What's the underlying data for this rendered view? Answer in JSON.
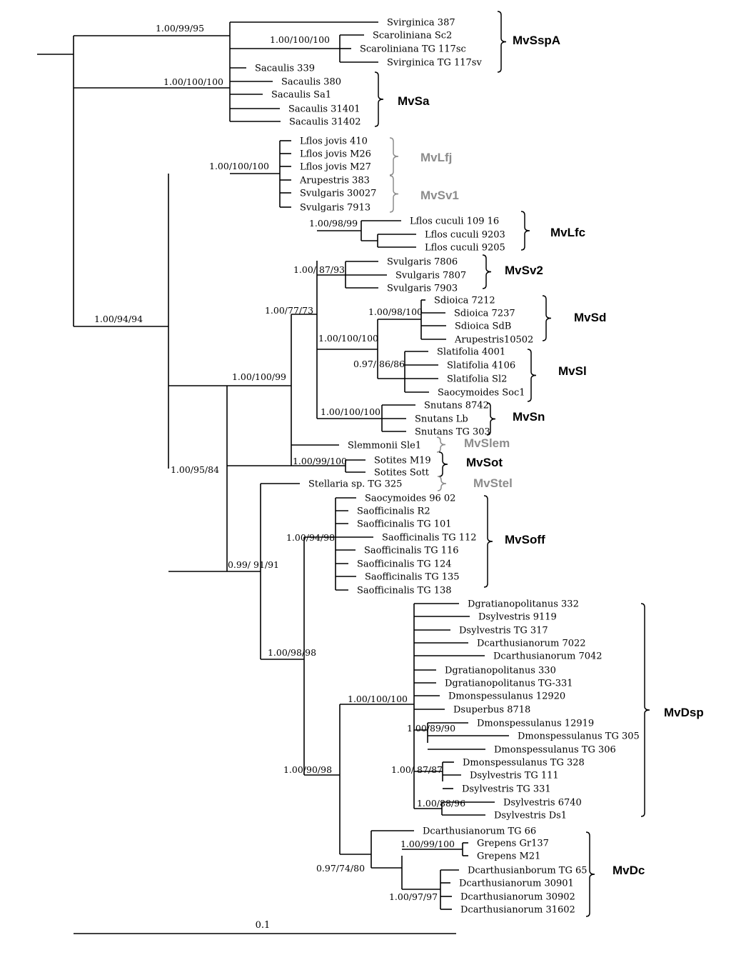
{
  "colors": {
    "branch": "#000000",
    "clade_black": "#000000",
    "clade_gray": "#8c8c8c"
  },
  "scale_bar": {
    "label": "0.1"
  },
  "leaves": [
    "Svirginica 387",
    "Scaroliniana Sc2",
    "Scaroliniana TG 117sc",
    "Svirginica TG 117sv",
    "Sacaulis 339",
    "Sacaulis 380",
    "Sacaulis Sa1",
    "Sacaulis 31401",
    "Sacaulis 31402",
    "Lflos jovis 410",
    "Lflos jovis M26",
    "Lflos jovis M27",
    "Arupestris 383",
    "Svulgaris 30027",
    "Svulgaris 7913",
    "Lflos cuculi 109 16",
    "Lflos cuculi 9203",
    "Lflos cuculi 9205",
    "Svulgaris 7806",
    "Svulgaris 7807",
    "Svulgaris 7903",
    "Sdioica 7212",
    "Sdioica 7237",
    "Sdioica SdB",
    "Arupestris10502",
    "Slatifolia 4001",
    "Slatifolia 4106",
    "Slatifolia Sl2",
    "Saocymoides Soc1",
    "Snutans 8742",
    "Snutans Lb",
    "Snutans TG 303",
    "Slemmonii Sle1",
    "Sotites M19",
    "Sotites Sott",
    "Stellaria sp. TG 325",
    "Saocymoides 96 02",
    "Saofficinalis R2",
    "Saofficinalis TG 101",
    "Saofficinalis TG 112",
    "Saofficinalis TG 116",
    "Saofficinalis TG 124",
    "Saofficinalis TG 135",
    "Saofficinalis TG 138",
    "Dgratianopolitanus 332",
    "Dsylvestris 9119",
    "Dsylvestris TG 317",
    "Dcarthusianorum 7022",
    "Dcarthusianorum 7042",
    "Dgratianopolitanus 330",
    "Dgratianopolitanus TG-331",
    "Dmonspessulanus 12920",
    "Dsuperbus 8718",
    "Dmonspessulanus 12919",
    "Dmonspessulanus TG 305",
    "Dmonspessulanus TG 306",
    "Dmonspessulanus TG 328",
    "Dsylvestris TG 111",
    "Dsylvestris TG 331",
    "Dsylvestris 6740",
    "Dsylvestris Ds1",
    "Dcarthusianorum TG 66",
    "Grepens Gr137",
    "Grepens M21",
    "Dcarthusianborum TG 65",
    "Dcarthusianorum 30901",
    "Dcarthusianorum 30902",
    "Dcarthusianorum 31602"
  ],
  "supports": [
    "1.00/99/95",
    "1.00/100/100",
    "1.00/100/100",
    "1.00/100/100",
    "1.00/98/99",
    "1.00/ 87/93",
    "1.00/77/73",
    "1.00/98/100",
    "1.00/100/100",
    "0.97/ 86/86",
    "1.00/100/100",
    "1.00/100/99",
    "1.00/99/100",
    "1.00/94/94",
    "1.00/95/84",
    "1.00/94/98",
    "0.99/ 91/91",
    "1.00/98/98",
    "1.00/100/100",
    "1.00/89/90",
    "1.00/ 87/87",
    "1.00/88/96",
    "1.00/90/98",
    "1.00/99/100",
    "1.00/97/97",
    "0.97/74/80"
  ],
  "clades": [
    {
      "name": "MvSspA",
      "color": "black"
    },
    {
      "name": "MvSa",
      "color": "black"
    },
    {
      "name": "MvLfj",
      "color": "gray"
    },
    {
      "name": "MvSv1",
      "color": "gray"
    },
    {
      "name": "MvLfc",
      "color": "black"
    },
    {
      "name": "MvSv2",
      "color": "black"
    },
    {
      "name": "MvSd",
      "color": "black"
    },
    {
      "name": "MvSl",
      "color": "black"
    },
    {
      "name": "MvSn",
      "color": "black"
    },
    {
      "name": "MvSlem",
      "color": "gray"
    },
    {
      "name": "MvSot",
      "color": "black"
    },
    {
      "name": "MvStel",
      "color": "gray"
    },
    {
      "name": "MvSoff",
      "color": "black"
    },
    {
      "name": "MvDsp",
      "color": "black"
    },
    {
      "name": "MvDc",
      "color": "black"
    }
  ]
}
